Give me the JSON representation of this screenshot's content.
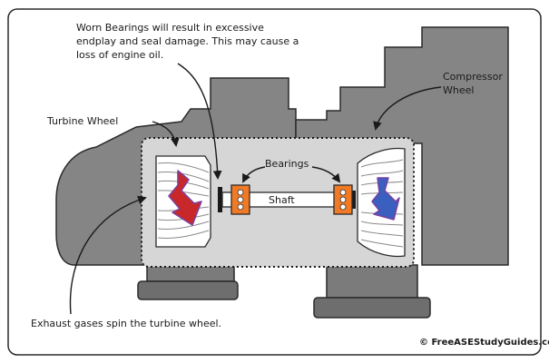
{
  "labels": {
    "worn_bearings": [
      "Worn Bearings will result in excessive",
      "endplay and seal damage. This may cause a",
      "loss of engine oil."
    ],
    "compressor_wheel": [
      "Compressor",
      "Wheel"
    ],
    "turbine_wheel": "Turbine Wheel",
    "bearings": "Bearings",
    "shaft": "Shaft",
    "exhaust": "Exhaust gases spin the turbine wheel.",
    "copyright": "© FreeASEStudyGuides.com"
  },
  "colors": {
    "housing": "#858585",
    "housing_outline": "#2b2b2b",
    "center_section": "#d6d6d6",
    "bearing": "#f07a26",
    "turbine_arrow": "#c8282a",
    "compressor_arrow": "#3a5fbf",
    "arrow_outline": "#7a3fa0",
    "base": "#7b7b7b"
  },
  "icons": {
    "turbine_flow": "down-curved-arrow-icon",
    "compressor_flow": "down-curved-arrow-icon"
  }
}
